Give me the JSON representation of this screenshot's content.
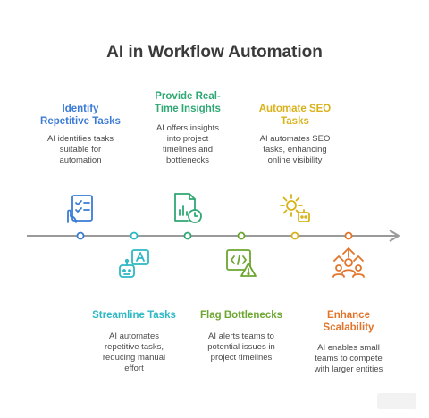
{
  "title": "AI in Workflow Automation",
  "colors": {
    "line": "#9a9a9a",
    "blue": "#3b7bd6",
    "teal": "#2db8c5",
    "green": "#2fa874",
    "olive": "#6ca62f",
    "yellow": "#d9b21a",
    "orange": "#e3742b"
  },
  "steps": [
    {
      "heading": [
        "Identify",
        "Repetitive Tasks"
      ],
      "description": [
        "AI identifies tasks",
        "suitable for",
        "automation"
      ],
      "icon": "checklist-hand-icon",
      "color": "#3b7bd6"
    },
    {
      "heading": [
        "Streamline Tasks"
      ],
      "description": [
        "AI automates",
        "repetitive tasks,",
        "reducing manual",
        "effort"
      ],
      "icon": "robot-ai-icon",
      "color": "#2db8c5"
    },
    {
      "heading": [
        "Provide Real-",
        "Time Insights"
      ],
      "description": [
        "AI offers insights",
        "into project",
        "timelines and",
        "bottlenecks"
      ],
      "icon": "report-clock-icon",
      "color": "#2fa874"
    },
    {
      "heading": [
        "Flag Bottlenecks"
      ],
      "description": [
        "AI alerts teams to",
        "potential issues in",
        "project timelines"
      ],
      "icon": "code-warning-icon",
      "color": "#6ca62f"
    },
    {
      "heading": [
        "Automate SEO",
        "Tasks"
      ],
      "description": [
        "AI automates SEO",
        "tasks, enhancing",
        "online visibility"
      ],
      "icon": "gear-robot-icon",
      "color": "#d9b21a"
    },
    {
      "heading": [
        "Enhance",
        "Scalability"
      ],
      "description": [
        "AI enables small",
        "teams to compete",
        "with larger entities"
      ],
      "icon": "growth-team-icon",
      "color": "#e3742b"
    }
  ]
}
